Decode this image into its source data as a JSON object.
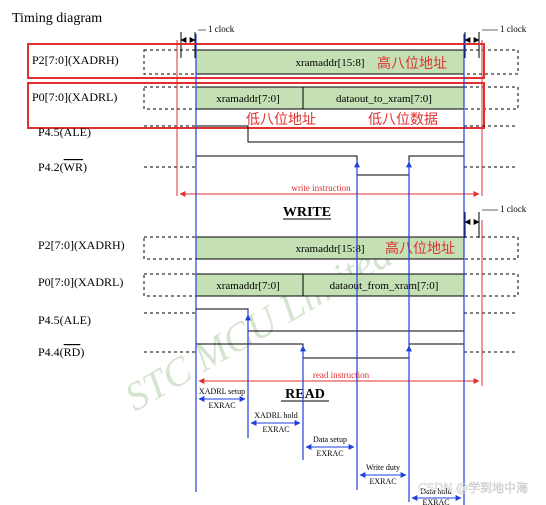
{
  "title": "Timing diagram",
  "write_section": {
    "title": "WRITE",
    "clock_left": "1 clock",
    "clock_right": "1 clock",
    "signals": {
      "p2": "P2[7:0](XADRH)",
      "p0": "P0[7:0](XADRL)",
      "ale": "P4.5(ALE)",
      "wr_prefix": "P4.2(",
      "wr_bar": "WR",
      "wr_suffix": ")"
    },
    "bus": {
      "p2_value": "xramaddr[15:8]",
      "p0_addr": "xramaddr[7:0]",
      "p0_data": "dataout_to_xram[7:0]"
    },
    "annotations": {
      "p2_high": "高八位地址",
      "p0_low_addr": "低八位地址",
      "p0_low_data": "低八位数据"
    },
    "instruction": "write instruction"
  },
  "read_section": {
    "title": "READ",
    "clock": "1 clock",
    "signals": {
      "p2": "P2[7:0](XADRH)",
      "p0": "P0[7:0](XADRL)",
      "ale": "P4.5(ALE)",
      "rd_prefix": "P4.4(",
      "rd_bar": "RD",
      "rd_suffix": ")"
    },
    "bus": {
      "p2_value": "xramaddr[15:8]",
      "p0_addr": "xramaddr[7:0]",
      "p0_data": "dataout_from_xram[7:0]"
    },
    "annotations": {
      "p2_high": "高八位地址"
    },
    "instruction": "read instruction"
  },
  "timing_params": {
    "xadrl_setup": "XADRL setup",
    "xadrl_hold": "XADRL hold",
    "data_setup": "Data setup",
    "write_duty": "Write duty",
    "data_hold": "Data hold",
    "exrac": "EXRAC"
  },
  "watermark": "STC MCU Limited",
  "credit": "CSDN @学到地中海",
  "colors": {
    "bus_fill": "#c5e0b4",
    "annotation_red": "#e03030",
    "marker_blue": "#1f3fe0",
    "signal_black": "#000000",
    "watermark": "#c8dcc0"
  }
}
